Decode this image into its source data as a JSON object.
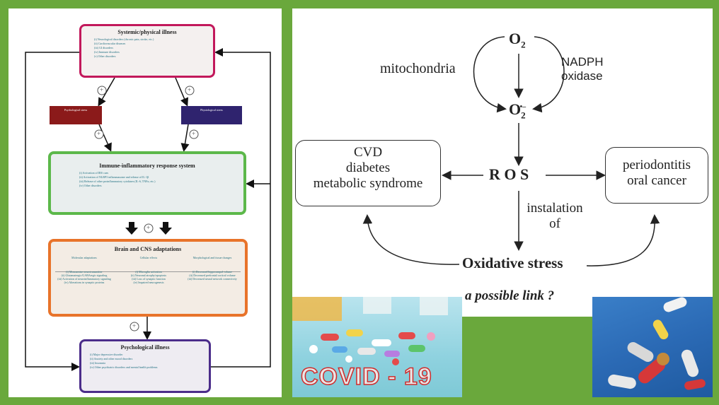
{
  "left": {
    "systemic": {
      "title": "Systemic/physical illness",
      "items": [
        "(i) Neurological disorders (chronic pain, stroke, etc.)",
        "(ii) Cardiovascular diseases",
        "(iii) GI disorders",
        "(iv) Immune disorders",
        "(v) Other disorders"
      ]
    },
    "psychological_stress": "Psychological stress",
    "physiological_stress": "Physiological stress",
    "immune": {
      "title": "Immune-inflammatory response system",
      "items": [
        "(i) Activation of IRS cues",
        "(ii) Activation of NLRP3 inflammasome and release of IL-1β",
        "(iii) Release of other proinflammatory cytokines (IL-6, TNFα, etc.)",
        "(iv) Other disorders"
      ]
    },
    "brain": {
      "title": "Brain and CNS adaptations",
      "col1_head": "Molecular adaptations",
      "col1_items": [
        "(i) Monoamine neurotransmitter",
        "(ii) Glutamatergic/GABAergic signaling",
        "(iii) Activation of neuroinflammatory signaling",
        "(iv) Alterations in synaptic proteins"
      ],
      "col2_head": "Cellular effects",
      "col2_items": [
        "(i) Microglia activation",
        "(ii) Neuronal atrophy/apoptosis",
        "(iii) Loss of synaptic function",
        "(iv) Impaired neurogenesis"
      ],
      "col3_head": "Morphological and tissue changes",
      "col3_items": [
        "(i) Decreased hippocampal volume",
        "(ii) Decreased prefrontal cortical volume",
        "(iii) Decreased neural network connectivity"
      ]
    },
    "psych_illness": {
      "title": "Psychological illness",
      "items": [
        "(i) Major depressive disorder",
        "(ii) Anxiety and other mood disorders",
        "(iii) Insomnia",
        "(iv) Other psychiatric disorders and mental health problems"
      ]
    },
    "plus": "+"
  },
  "right": {
    "o2": "O",
    "o2_sub": "2",
    "superoxide": "O",
    "superoxide_sub": "2",
    "superoxide_sup": "•–",
    "mitochondria": "mitochondria",
    "nadph_line1": "NADPH",
    "nadph_line2": "oxidase",
    "ros": "R O S",
    "cvd_lines": [
      "CVD",
      "diabetes",
      "metabolic syndrome"
    ],
    "perio_lines": [
      "periodontitis",
      "oral cancer"
    ],
    "instalation_line1": "instalation",
    "instalation_line2": "of",
    "oxidative_stress": "Oxidative stress",
    "link_question": "a possible link ?",
    "covid_text": "COVID - 19"
  },
  "colors": {
    "background": "#6aa83c",
    "systemic_border": "#c2185b",
    "immune_border": "#5cb84a",
    "brain_border": "#e8732a",
    "psych_border": "#4b2d8a",
    "psych_stress_fill": "#8b1a1a",
    "phys_stress_fill": "#2f236e"
  }
}
